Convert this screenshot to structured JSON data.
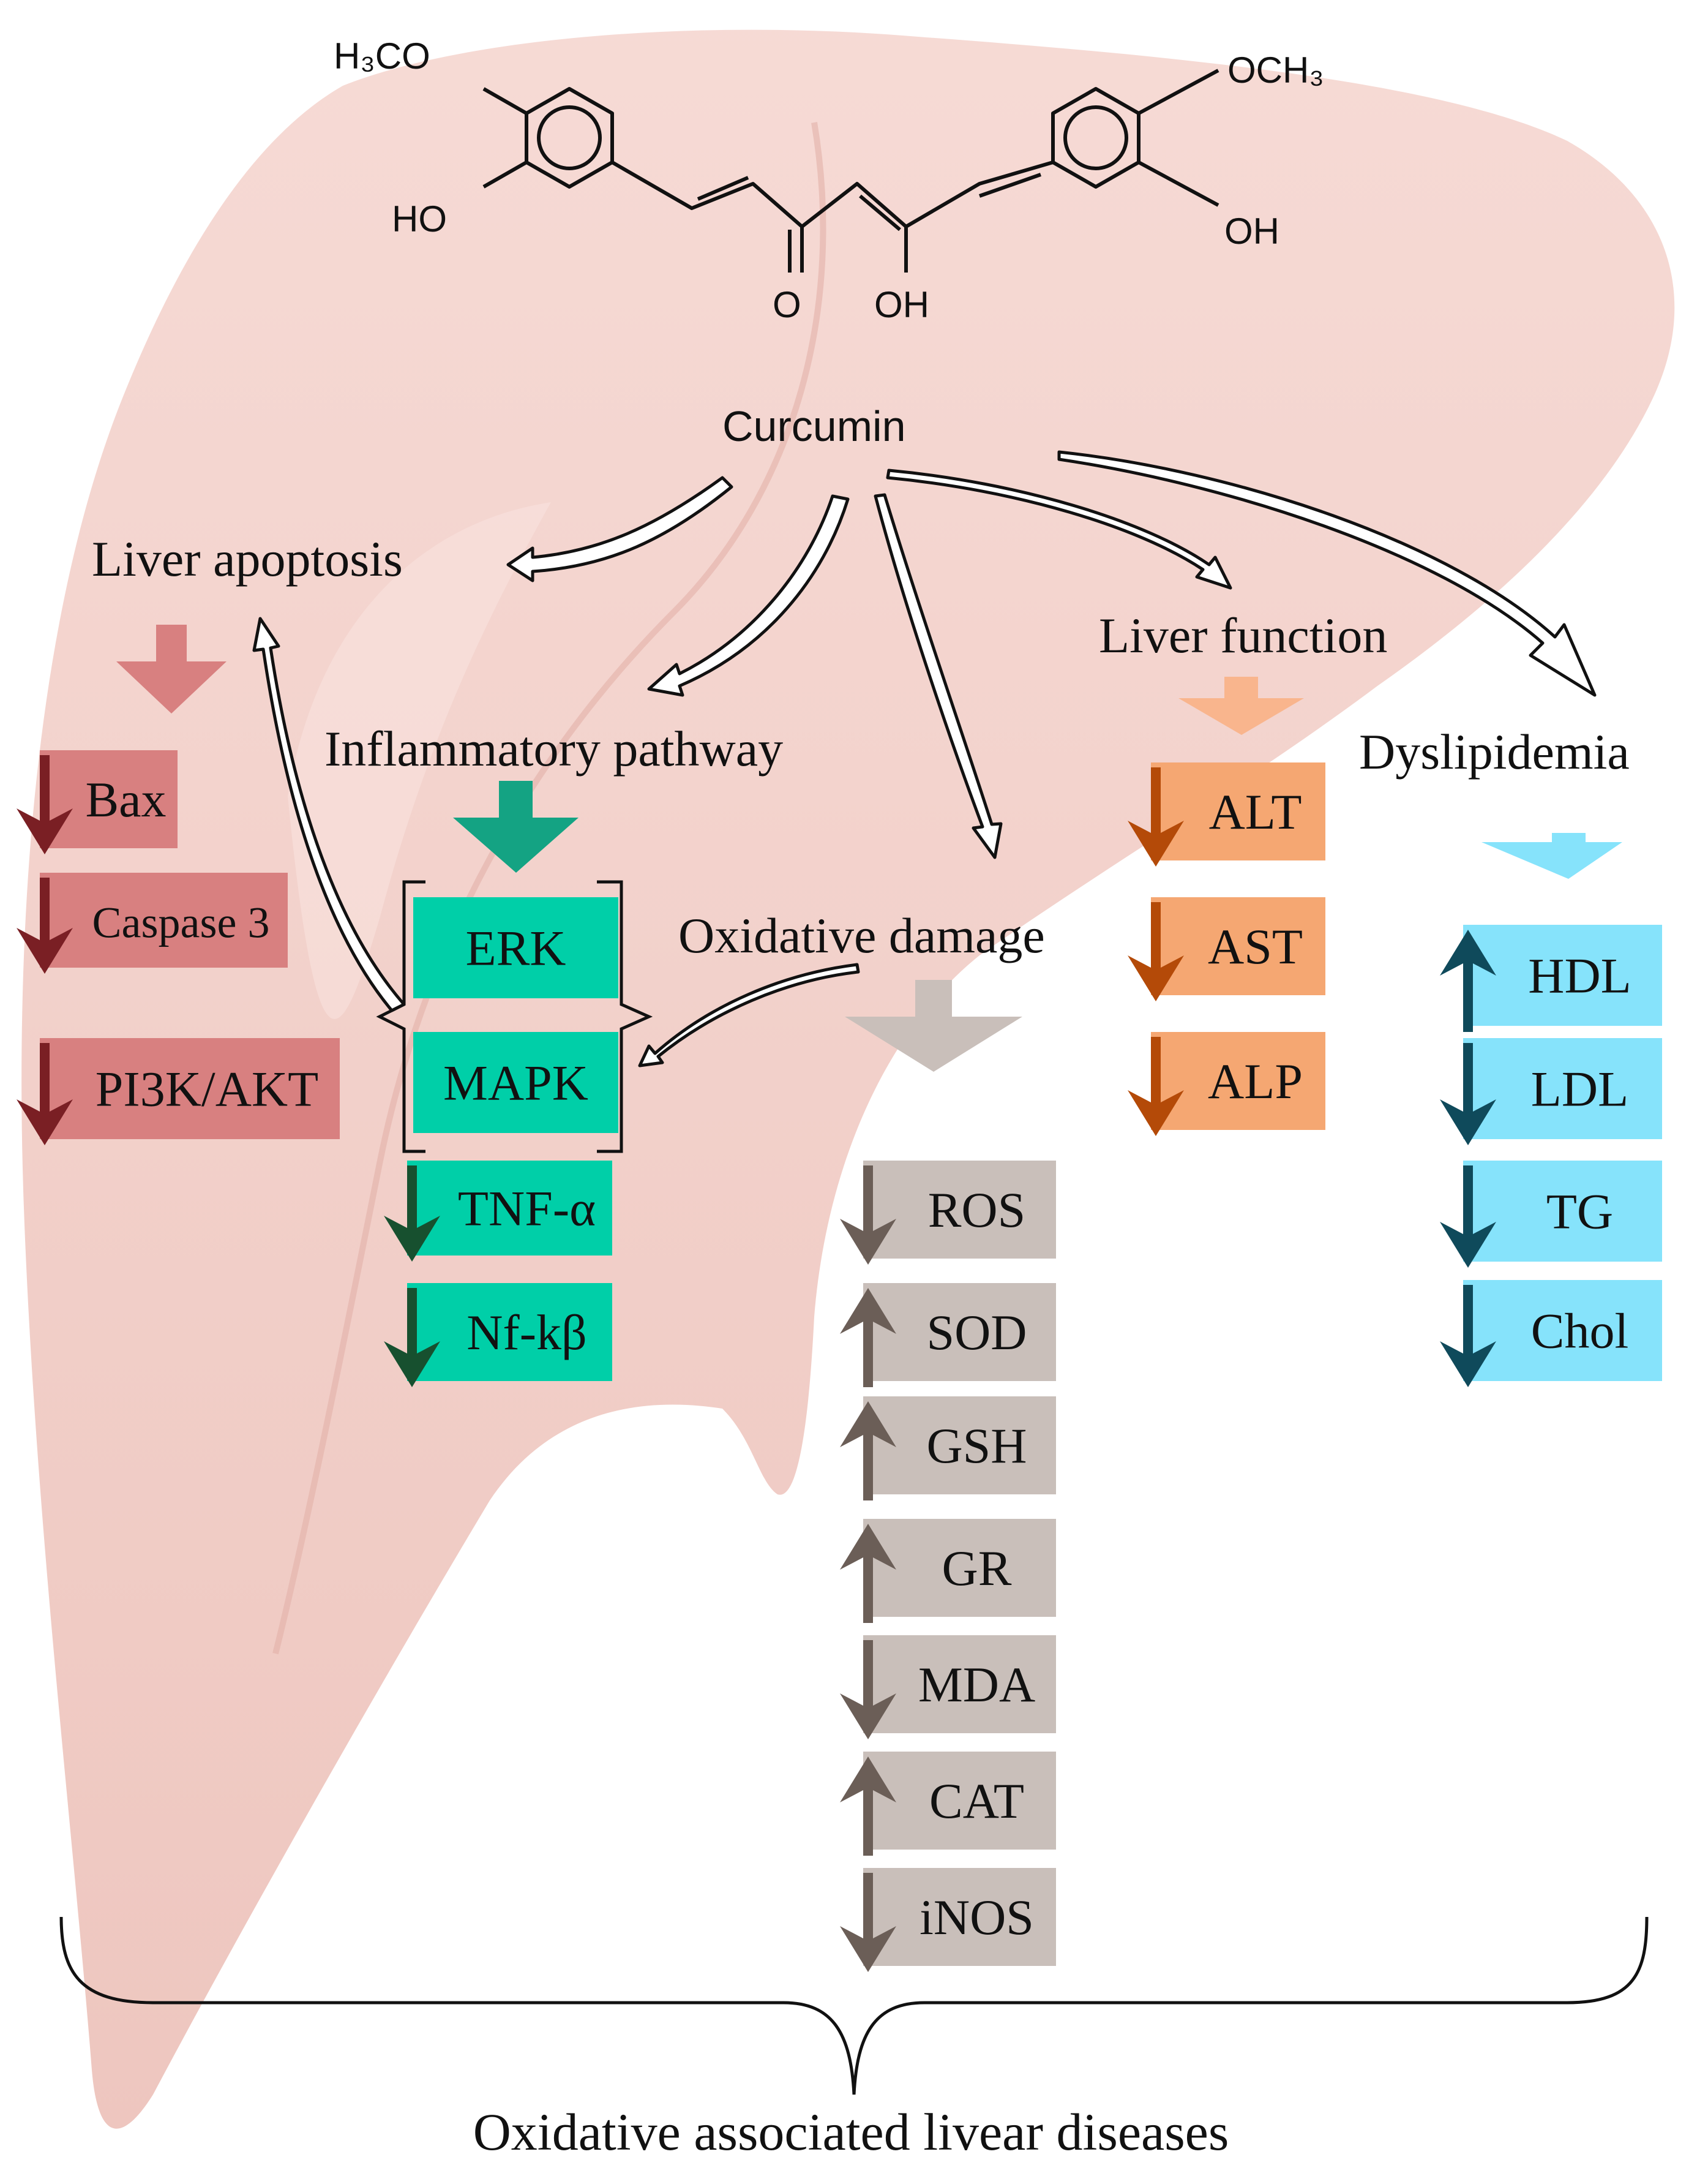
{
  "diagram": {
    "center_label": "Curcumin",
    "molecule": {
      "left_methoxy": "H₃CO",
      "right_methoxy": "OCH₃",
      "left_hydroxyl": "HO",
      "right_hydroxyl": "OH",
      "keto_oxygen": "O",
      "enol_hydroxyl": "OH"
    },
    "footer_label": "Oxidative associated livear diseases",
    "colors": {
      "liver": "#f2cfc9",
      "apoptosis_box": "#d88080",
      "apoptosis_arrow": "#7a1f24",
      "inflammatory_box": "#00cfa8",
      "inflammatory_arrow": "#17502f",
      "oxidative_box": "#c9bfba",
      "oxidative_arrow": "#6b5e57",
      "liver_function_box": "#f5a772",
      "liver_function_arrow": "#b44a08",
      "dyslipidemia_box": "#86e3fb",
      "dyslipidemia_arrow": "#0f4a5b"
    },
    "groups": [
      {
        "title": "Liver apoptosis",
        "items": [
          {
            "label": "Bax",
            "direction": "down"
          },
          {
            "label": "Caspase 3",
            "direction": "down"
          },
          {
            "label": "PI3K/AKT",
            "direction": "down"
          }
        ]
      },
      {
        "title": "Inflammatory pathway",
        "bracketed": [
          {
            "label": "ERK"
          },
          {
            "label": "MAPK"
          }
        ],
        "items": [
          {
            "label": "TNF-α",
            "direction": "down"
          },
          {
            "label": "Nf-kβ",
            "direction": "down"
          }
        ]
      },
      {
        "title": "Oxidative damage",
        "items": [
          {
            "label": "ROS",
            "direction": "down"
          },
          {
            "label": "SOD",
            "direction": "up"
          },
          {
            "label": "GSH",
            "direction": "up"
          },
          {
            "label": "GR",
            "direction": "up"
          },
          {
            "label": "MDA",
            "direction": "down"
          },
          {
            "label": "CAT",
            "direction": "up"
          },
          {
            "label": "iNOS",
            "direction": "down"
          }
        ]
      },
      {
        "title": "Liver function",
        "items": [
          {
            "label": "ALT",
            "direction": "down"
          },
          {
            "label": "AST",
            "direction": "down"
          },
          {
            "label": "ALP",
            "direction": "down"
          }
        ]
      },
      {
        "title": "Dyslipidemia",
        "items": [
          {
            "label": "HDL",
            "direction": "up"
          },
          {
            "label": "LDL",
            "direction": "down"
          },
          {
            "label": "TG",
            "direction": "down"
          },
          {
            "label": "Chol",
            "direction": "down"
          }
        ]
      }
    ]
  }
}
